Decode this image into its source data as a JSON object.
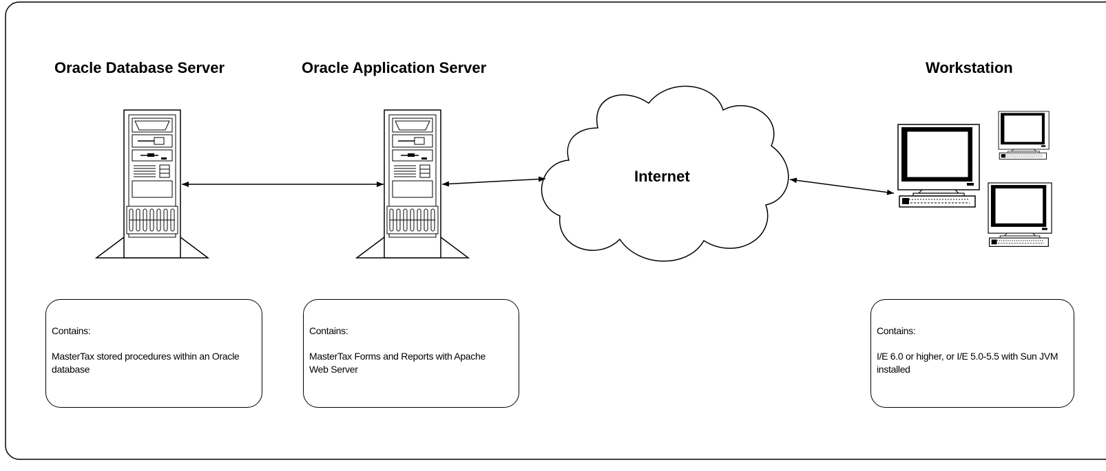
{
  "headings": {
    "database_server": "Oracle Database Server",
    "application_server": "Oracle Application Server",
    "workstation": "Workstation"
  },
  "cloud": {
    "label": "Internet"
  },
  "boxes": {
    "database": {
      "lead": "Contains:",
      "body": "MasterTax stored procedures within an Oracle database"
    },
    "application": {
      "lead": "Contains:",
      "body": "MasterTax Forms and Reports with Apache Web Server"
    },
    "workstation": {
      "lead": "Contains:",
      "body": "I/E 6.0 or higher, or I/E 5.0-5.5 with Sun JVM installed"
    }
  },
  "icons": [
    "server-tower-icon",
    "server-tower-icon",
    "cloud-icon",
    "desktop-computer-icon",
    "desktop-computer-icon",
    "desktop-computer-icon"
  ]
}
